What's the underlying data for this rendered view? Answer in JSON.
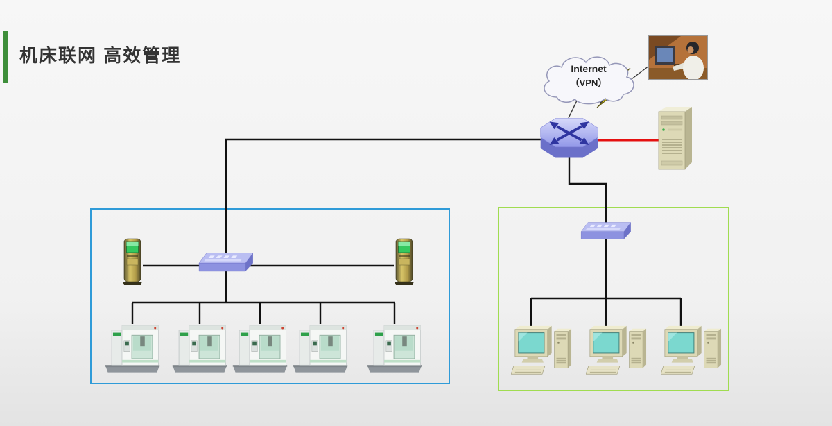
{
  "page": {
    "title": "机床联网 高效管理",
    "background_color": "#f1f1f1",
    "accent_color": "#3e8e3a"
  },
  "cloud": {
    "line1": "Internet",
    "line2": "（VPN）"
  },
  "zones": {
    "workshop": {
      "border_color": "#2f9bd8",
      "machine_count": 5,
      "kiosk_count": 2,
      "switch": "switch"
    },
    "office": {
      "border_color": "#a0dc50",
      "computer_count": 3,
      "switch": "switch"
    }
  },
  "links": {
    "lan_color": "#111111",
    "server_link_color": "#e51010",
    "lightning_color": "#ffe913"
  },
  "nodes": {
    "router": "router",
    "server": "server",
    "remote_user": "remote-user-photo"
  }
}
